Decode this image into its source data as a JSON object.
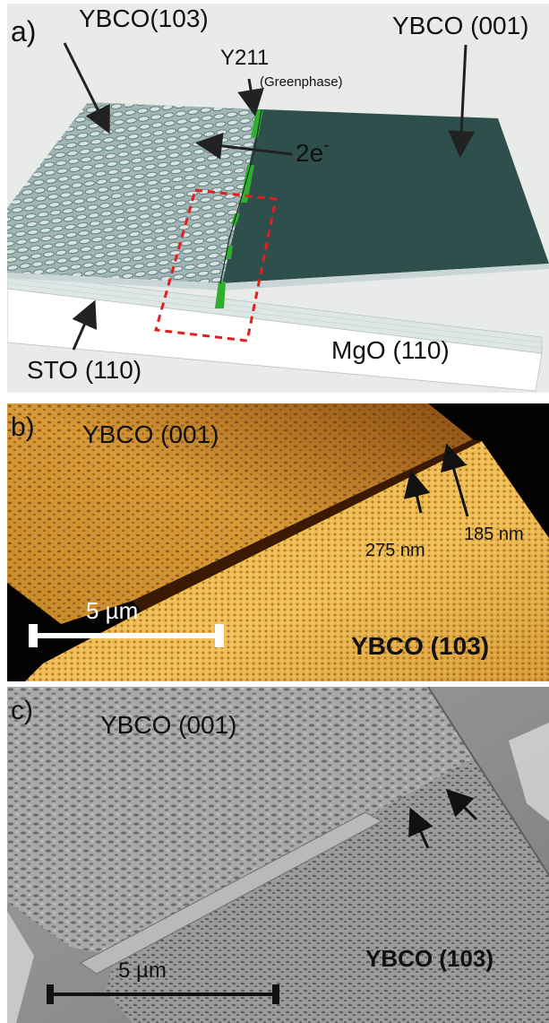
{
  "panel_a": {
    "letter": "a)",
    "ybco103": "YBCO(103)",
    "ybco001": "YBCO (001)",
    "y211": "Y211",
    "greenphase": "(Greenphase)",
    "electrons": "2e",
    "electrons_sup": "-",
    "sto": "STO (110)",
    "mgo": "MgO (110)"
  },
  "panel_b": {
    "letter": "b)",
    "ybco001": "YBCO (001)",
    "ybco103": "YBCO (103)",
    "width1": "185 nm",
    "width2": "275 nm",
    "scalebar": "5 µm"
  },
  "panel_c": {
    "letter": "c)",
    "ybco001": "YBCO (001)",
    "ybco103": "YBCO (103)",
    "scalebar": "5 µm"
  },
  "colors": {
    "ybco001_film": "#2f4f4d",
    "ybco103_film": "#8aa3a1",
    "greenphase": "#2fae2f",
    "outline_box": "#e02020",
    "afm_bright": "#f2c25a",
    "afm_dark": "#6a3a0c",
    "sem_gray": "#9a9a9a"
  }
}
